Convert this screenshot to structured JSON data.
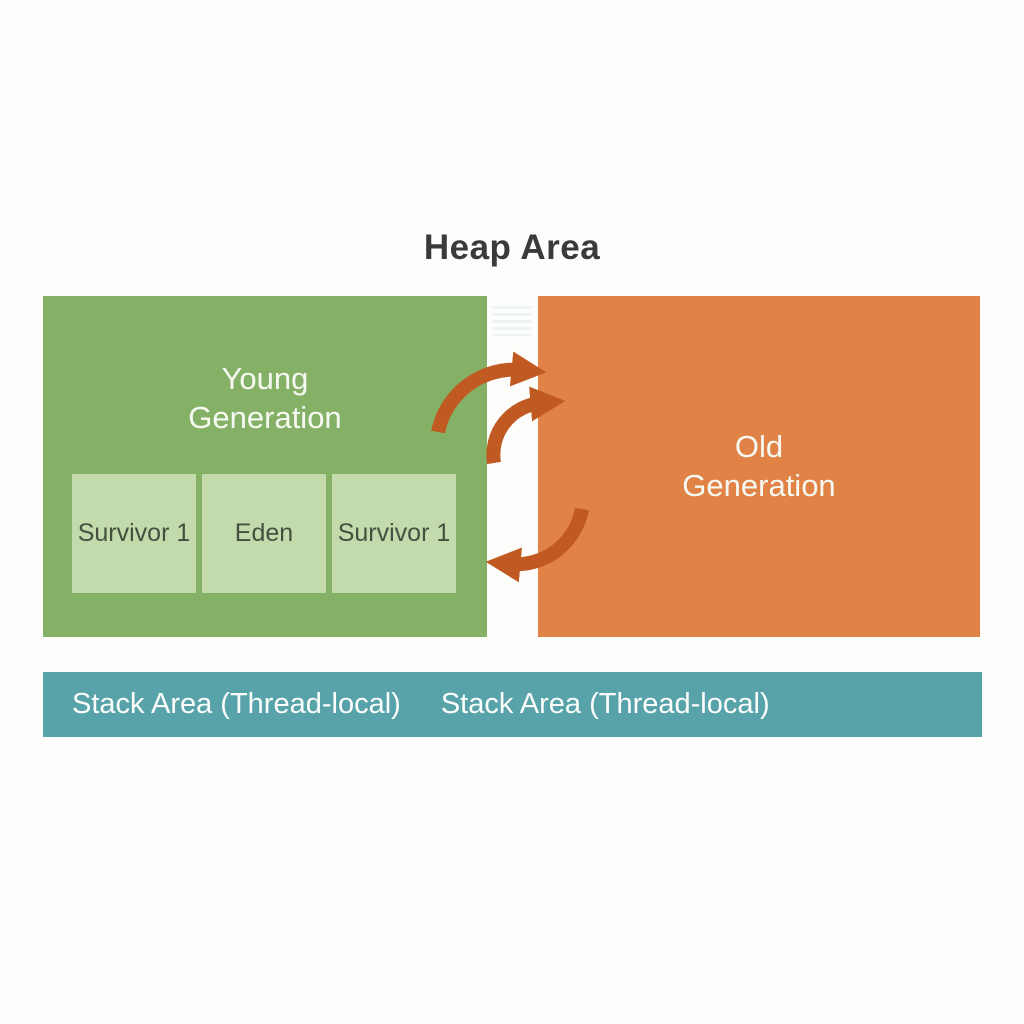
{
  "title": "Heap Area",
  "heap": {
    "young": {
      "label": "Young\nGeneration",
      "color": "#85b167",
      "sub_region_color": "#c3daad",
      "sub_regions": [
        "Survivor 1",
        "Eden",
        "Survivor 1"
      ]
    },
    "old": {
      "label": "Old\nGeneration",
      "color": "#e18347"
    }
  },
  "stack": {
    "color": "#58a2a9",
    "segments": [
      "Stack Area (Thread-local)",
      "Stack Area (Thread-local)"
    ]
  },
  "arrows": {
    "color": "#c05a22",
    "items": [
      "young-to-old-promotion-arrow-upper",
      "young-to-old-promotion-arrow-lower",
      "old-to-young-reference-arrow"
    ]
  }
}
